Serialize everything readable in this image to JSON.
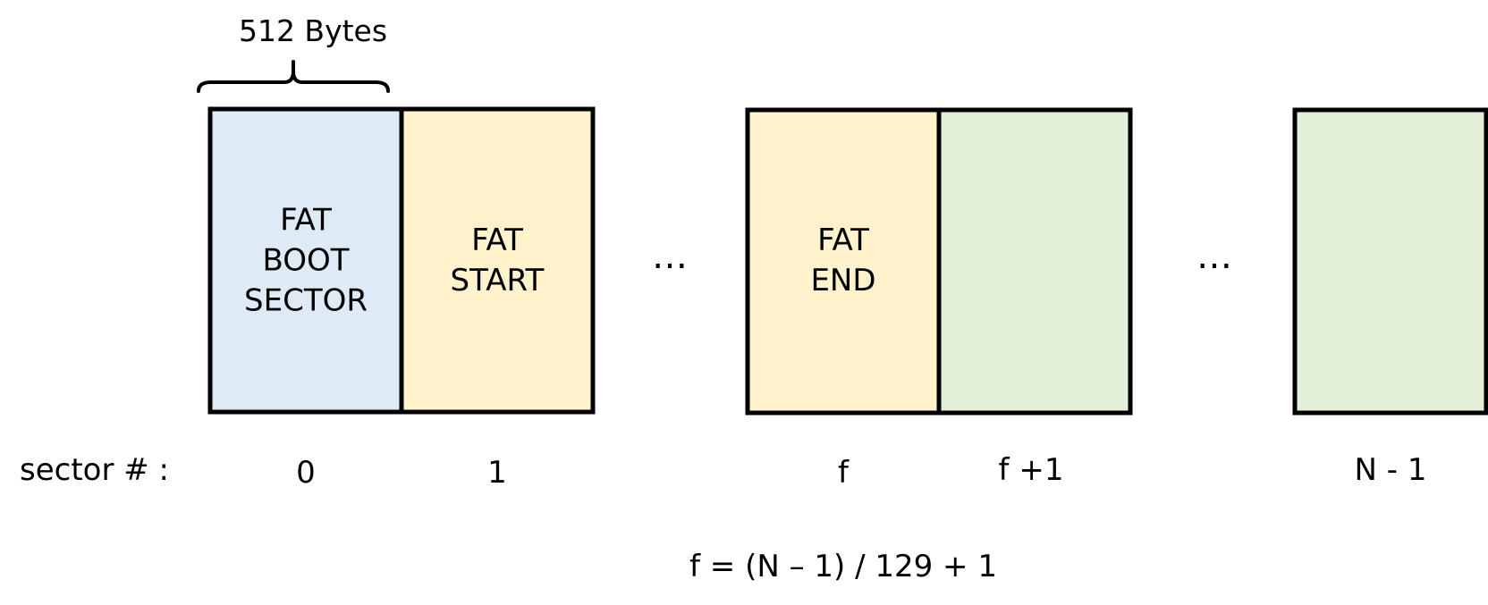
{
  "brace_label": "512 Bytes",
  "sector_prefix": "sector # :",
  "formula": "f = (N – 1) / 129 + 1",
  "ellipsis": "…",
  "colors": {
    "boot": "#deeaf6",
    "fat": "#fff2cc",
    "data": "#e2efd9",
    "stroke": "#000000"
  },
  "sectors": [
    {
      "lines": [
        "FAT",
        "BOOT",
        "SECTOR"
      ],
      "index_label": "0",
      "color_role": "boot"
    },
    {
      "lines": [
        "FAT",
        "START"
      ],
      "index_label": "1",
      "color_role": "fat"
    },
    {
      "lines": [
        "FAT",
        "END"
      ],
      "index_label": "f",
      "color_role": "fat"
    },
    {
      "lines": [],
      "index_label": "f +1",
      "color_role": "data"
    },
    {
      "lines": [],
      "index_label": "N - 1",
      "color_role": "data"
    }
  ]
}
